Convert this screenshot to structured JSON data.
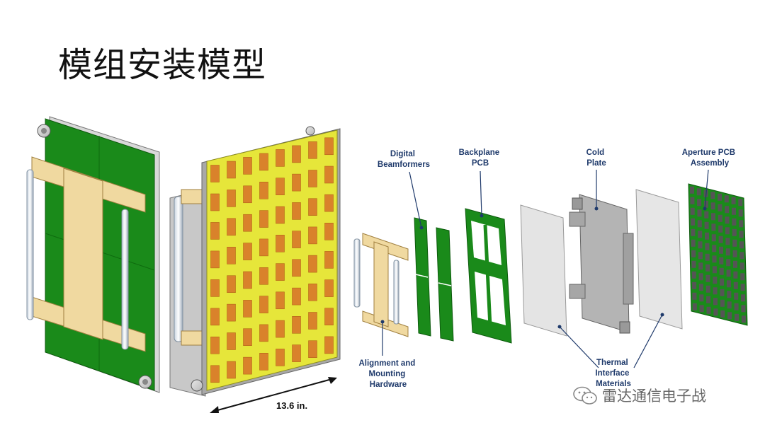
{
  "slide": {
    "title": "模组安装模型"
  },
  "diagram": {
    "dimension": "13.6 in.",
    "labels": {
      "digital_beamformers": [
        "Digital",
        "Beamformers"
      ],
      "backplane_pcb": [
        "Backplane",
        "PCB"
      ],
      "cold_plate": [
        "Cold",
        "Plate"
      ],
      "aperture_pcb": [
        "Aperture PCB",
        "Assembly"
      ],
      "alignment_hardware": [
        "Alignment and",
        "Mounting",
        "Hardware"
      ],
      "thermal_interface": [
        "Thermal",
        "Interface",
        "Materials"
      ]
    }
  },
  "watermark": {
    "text": "雷达通信电子战",
    "icon": "wechat-icon"
  },
  "colors": {
    "pcb_green": "#1a8a1a",
    "aperture_yellow": "#e6e63a",
    "patch_orange": "#d9822b",
    "bracket_tan": "#f0d9a0",
    "label_navy": "#1f3a6b"
  }
}
